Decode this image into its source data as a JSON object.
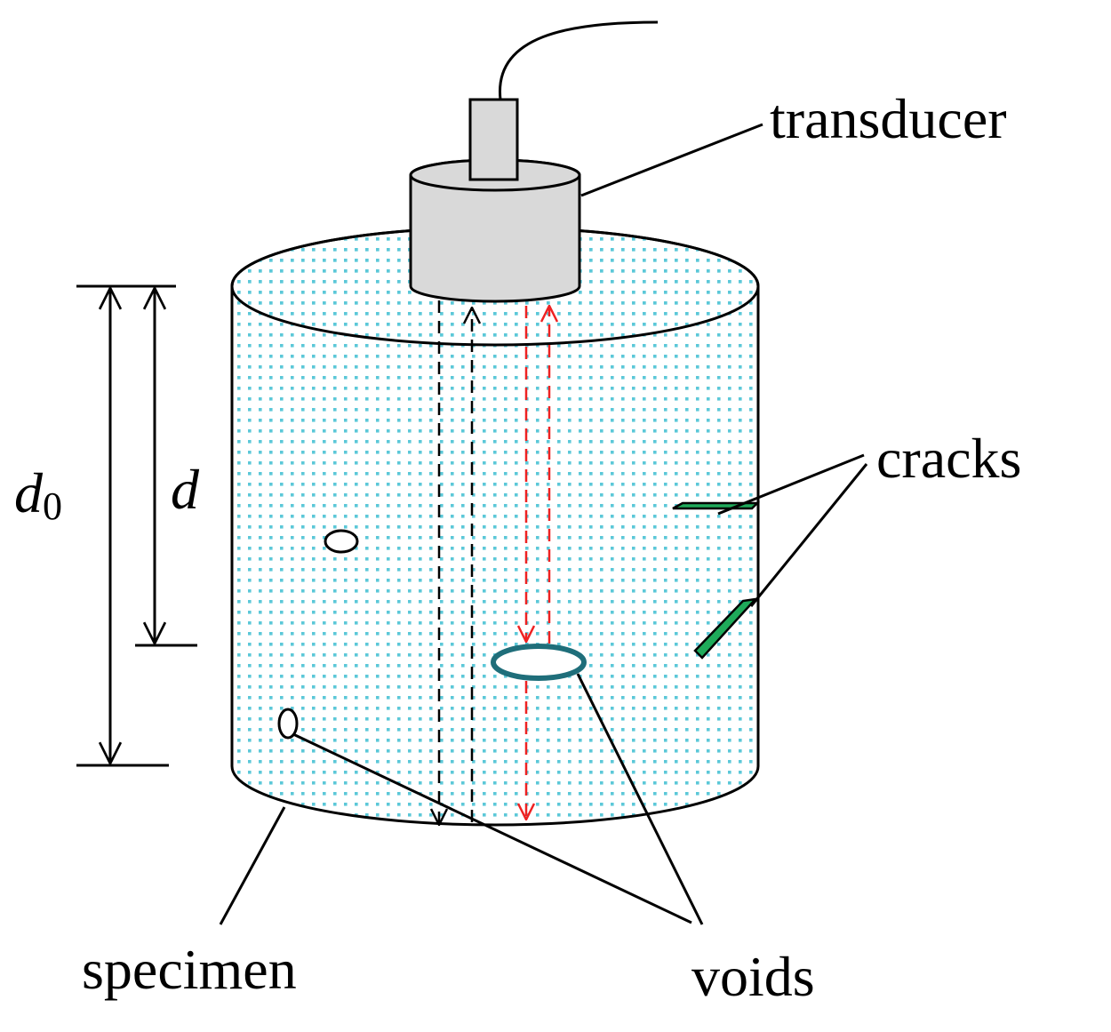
{
  "labels": {
    "transducer": "transducer",
    "cracks": "cracks",
    "specimen": "specimen",
    "voids": "voids",
    "d0_main": "d",
    "d0_sub": "0",
    "d": "d"
  },
  "colors": {
    "specimen_dots": "#5cc8d8",
    "transducer_fill": "#d9d9d9",
    "crack_fill": "#1faa5a",
    "large_void_stroke": "#1f6e7a",
    "reflected_wave": "#ee2222",
    "direct_wave": "#000000"
  }
}
